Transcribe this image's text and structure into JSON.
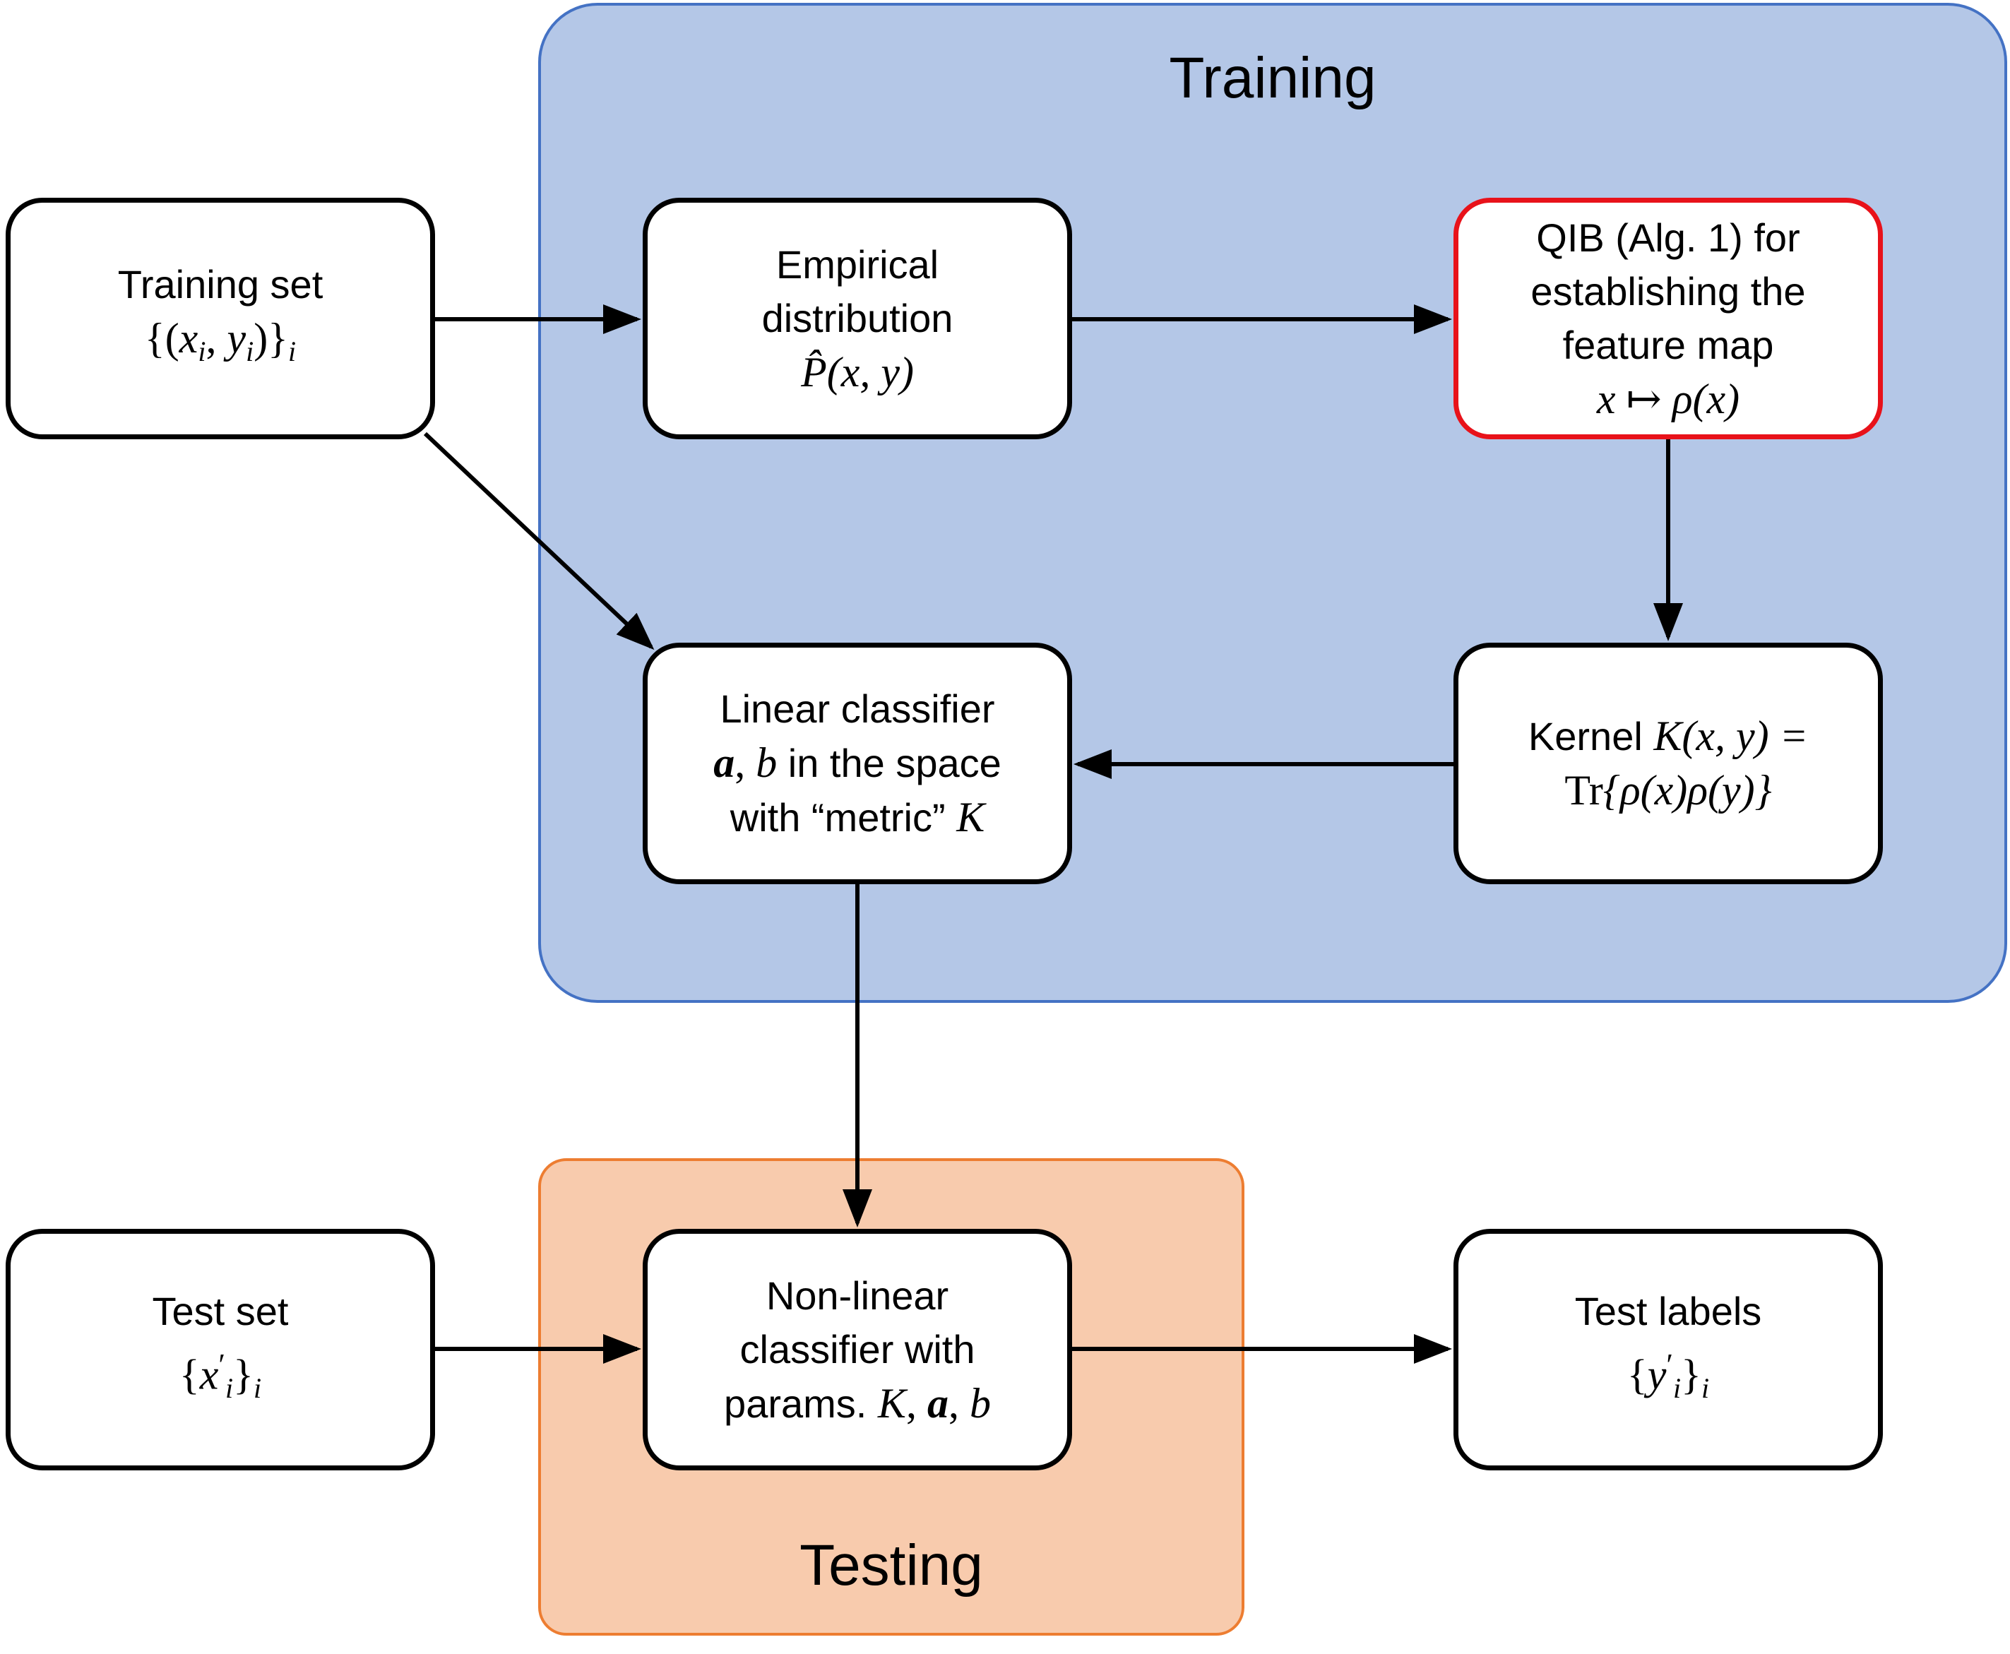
{
  "colors": {
    "training_fill": "#b4c7e7",
    "training_border": "#4472c4",
    "testing_fill": "#f8cbad",
    "testing_border": "#ed7d31",
    "highlight_border": "#e8121a",
    "node_border": "#000000"
  },
  "regions": {
    "training": "Training",
    "testing": "Testing"
  },
  "nodes": {
    "training_set": {
      "label": "Training set",
      "math": "{(x_i, y_i)}_i"
    },
    "empirical": {
      "line1": "Empirical",
      "line2": "distribution",
      "math": "P̂(x, y)"
    },
    "qib": {
      "line1": "QIB (Alg. 1) for",
      "line2": "establishing the",
      "line3": "feature map",
      "math": "x ↦ ρ(x)"
    },
    "linear": {
      "line1": "Linear classifier",
      "line2_math_a": "a",
      "line2_math_b": "b",
      "line2_text": " in the space",
      "line3_text": "with “metric” ",
      "line3_math": "K"
    },
    "kernel": {
      "line1_text": "Kernel ",
      "line1_math": "K(x, y) =",
      "line2_prefix": "Tr",
      "line2_math": "{ρ(x)ρ(y)}"
    },
    "test_set": {
      "label": "Test set",
      "math": "{x′_i}_i"
    },
    "nonlinear": {
      "line1": "Non-linear",
      "line2": "classifier with",
      "line3_text": "params. ",
      "line3_math_k": "K",
      "line3_math_a": "a",
      "line3_math_b": "b"
    },
    "test_labels": {
      "label": "Test labels",
      "math": "{y′_i}_i"
    }
  }
}
